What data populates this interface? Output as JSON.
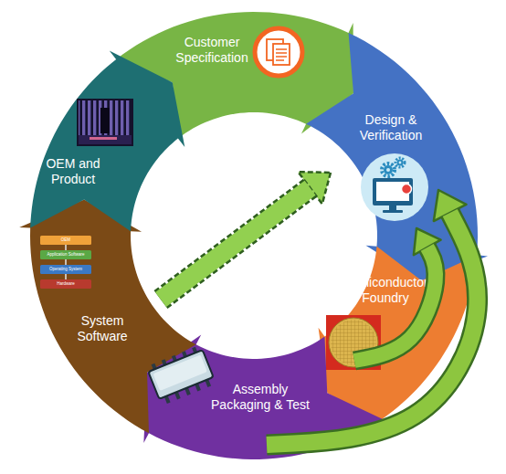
{
  "diagram": {
    "nodes": [
      {
        "text": [
          "Customer Specification"
        ]
      },
      {
        "text": [
          "Design & Verification"
        ]
      },
      {
        "text": [
          "Semiconductor Foundry"
        ]
      },
      {
        "text": [
          "Assembly Packaging & Test"
        ]
      },
      {
        "text": [
          "System Software"
        ]
      },
      {
        "text": [
          "OEM and Product"
        ]
      }
    ],
    "edges": [
      {
        "from": 2,
        "to": 1,
        "arrow": "to"
      },
      {
        "from": 3,
        "to": 1,
        "arrow": "to"
      },
      {
        "from": 4,
        "to": 1,
        "arrow": "to"
      }
    ],
    "labels": [
      "OEM",
      "Application Software",
      "Operating System",
      "Hardware"
    ]
  }
}
